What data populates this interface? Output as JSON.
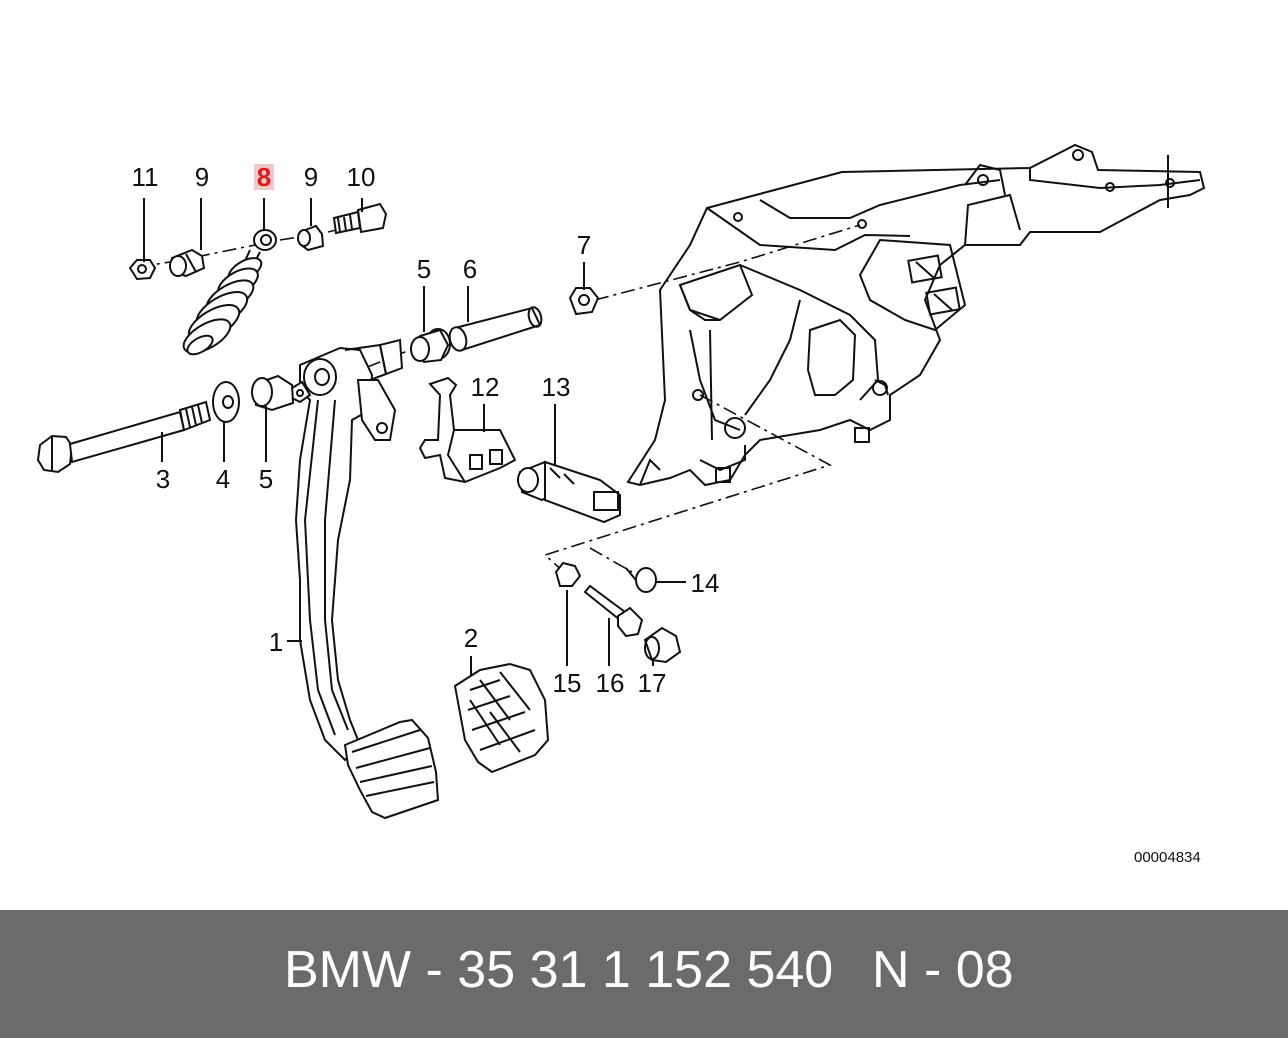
{
  "caption": {
    "part_reference": "BMW - 35 31 1 152 540",
    "diagram_code": "N - 08"
  },
  "diagram": {
    "drawing_number": "00004834",
    "highlighted_callout": "8",
    "highlight_color": "#e01818",
    "callouts": {
      "c11": "11",
      "c9a": "9",
      "c8": "8",
      "c9b": "9",
      "c10": "10",
      "c7": "7",
      "c5a": "5",
      "c6": "6",
      "c12": "12",
      "c13": "13",
      "c3": "3",
      "c4": "4",
      "c5b": "5",
      "c1": "1",
      "c2": "2",
      "c14": "14",
      "c15": "15",
      "c16": "16",
      "c17": "17"
    }
  },
  "colors": {
    "caption_bar": "#6b6b6b",
    "caption_text": "#ffffff",
    "line_art": "#111111"
  }
}
